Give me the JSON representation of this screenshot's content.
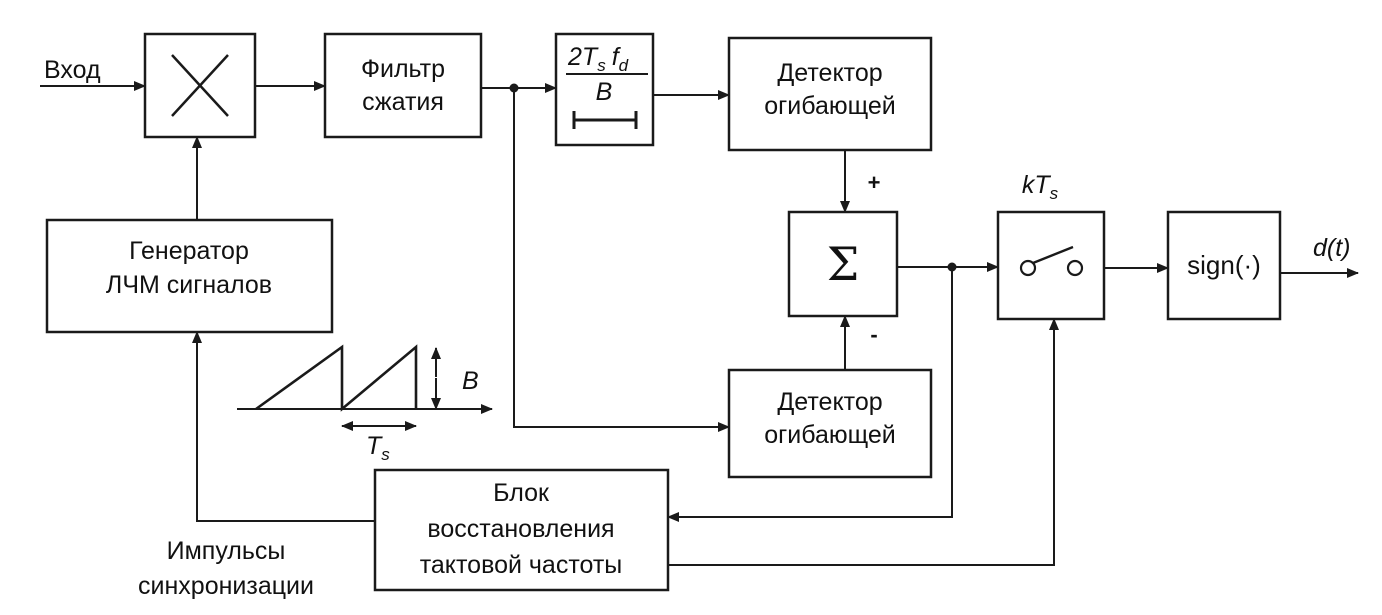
{
  "input_label": "Вход",
  "output_label": "d(t)",
  "sync_label": [
    "Импульсы",
    "синхронизации"
  ],
  "blocks": {
    "compression_filter": [
      "Фильтр",
      "сжатия"
    ],
    "averager": {
      "numerator": "2T",
      "num_sub": "s",
      "num_f": "f",
      "num_f_sub": "d",
      "denominator": "B"
    },
    "envelope_detector_top": [
      "Детектор",
      "огибающей"
    ],
    "envelope_detector_bottom": [
      "Детектор",
      "огибающей"
    ],
    "summer_symbol": "Σ",
    "plus_sign": "+",
    "minus_sign": "-",
    "sampler_label": "kT",
    "sampler_sub": "s",
    "sign_block": "sign(·)",
    "chirp_generator": [
      "Генератор",
      "ЛЧМ сигналов"
    ],
    "clock_recovery": [
      "Блок",
      "восстановления",
      "тактовой частоты"
    ]
  },
  "sawtooth": {
    "bandwidth_label": "B",
    "period_label": "T",
    "period_sub": "s"
  }
}
